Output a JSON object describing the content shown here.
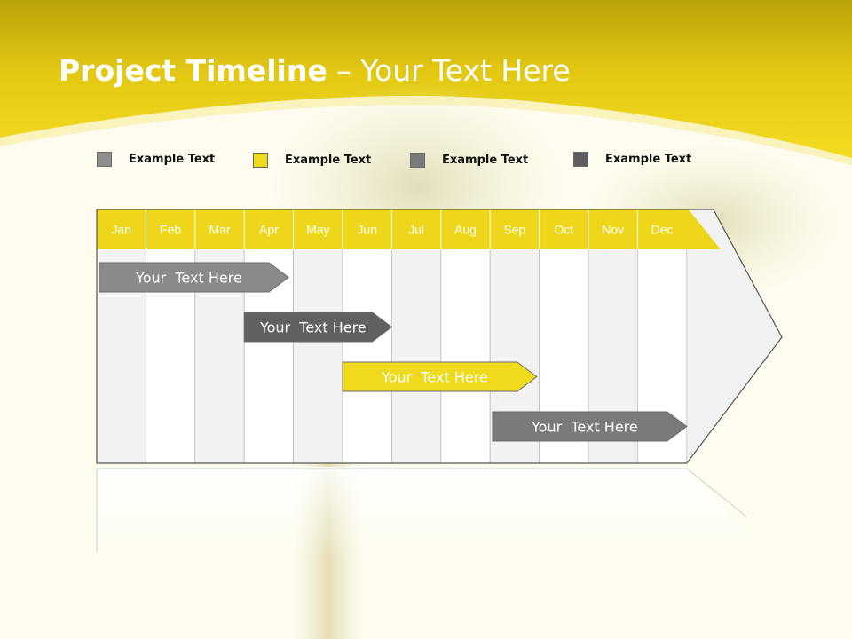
{
  "title": {
    "bold": "Project Timeline",
    "rest": " – Your Text Here"
  },
  "legend": [
    {
      "label": "Example Text",
      "color": "#8e8e8e"
    },
    {
      "label": "Example Text",
      "color": "#f0da1e"
    },
    {
      "label": "Example Text",
      "color": "#7a7a7a"
    },
    {
      "label": "Example Text",
      "color": "#5e5e5e"
    }
  ],
  "months": [
    "Jan",
    "Feb",
    "Mar",
    "Apr",
    "May",
    "Jun",
    "Jul",
    "Aug",
    "Sep",
    "Oct",
    "Nov",
    "Dec"
  ],
  "tasks": [
    {
      "label": "Your  Text Here",
      "start": 0.05,
      "end": 3.9,
      "row": 0,
      "color": "#8a8a8a",
      "text_color": "#ffffff"
    },
    {
      "label": "Your  Text Here",
      "start": 3.0,
      "end": 6.0,
      "row": 1,
      "color": "#616161",
      "text_color": "#ffffff"
    },
    {
      "label": "Your  Text Here",
      "start": 5.0,
      "end": 8.95,
      "row": 2,
      "color": "#f0da1e",
      "text_color": "#ffffff"
    },
    {
      "label": "Your  Text Here",
      "start": 8.05,
      "end": 12.0,
      "row": 3,
      "color": "#7a7a7a",
      "text_color": "#ffffff"
    }
  ],
  "colors": {
    "header_band": "#eed71a",
    "stripe_light": "#f2f2f2",
    "stripe_white": "#ffffff",
    "grid_line": "#bdbdbd"
  }
}
